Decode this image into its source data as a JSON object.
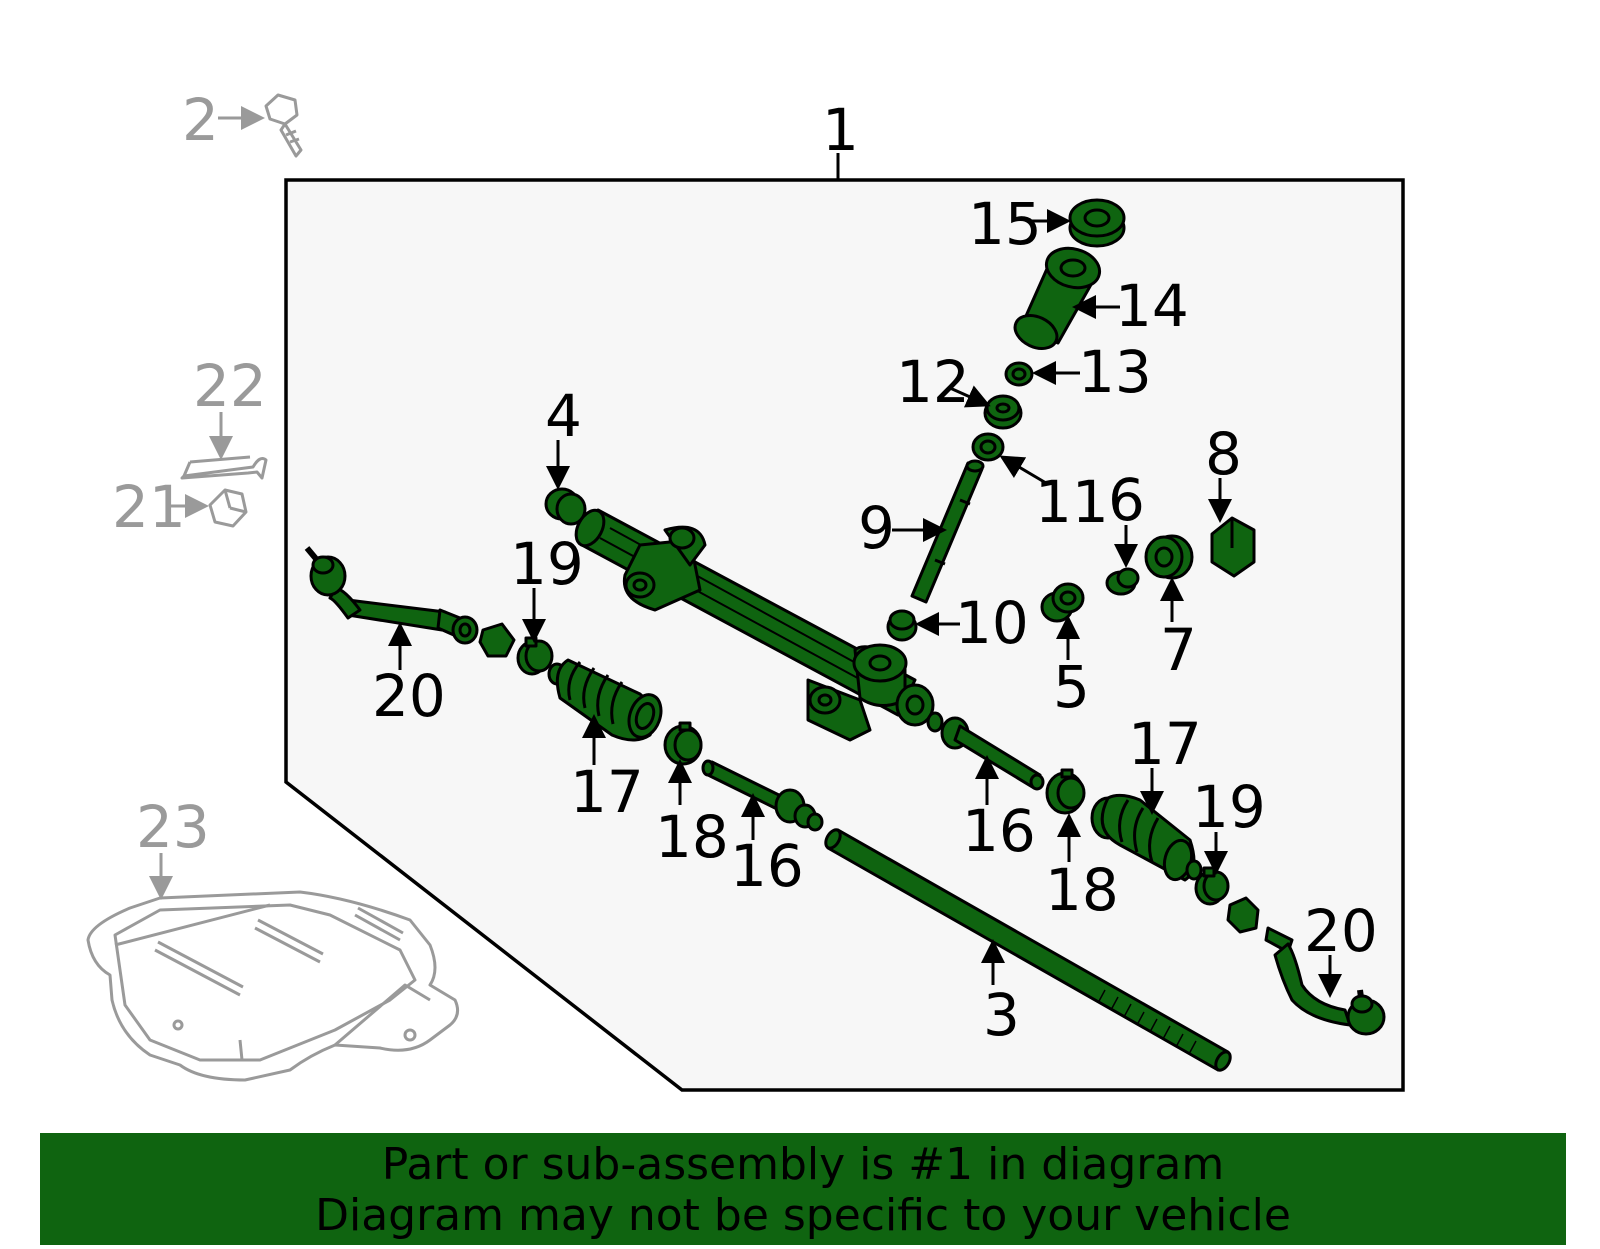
{
  "footer": {
    "line1": "Part or sub-assembly is #1 in diagram",
    "line2": "Diagram may not be specific to your vehicle"
  },
  "colors": {
    "part_fill": "#0f6410",
    "outline": "#000000",
    "panel": "#f7f7f7",
    "footer_bg": "#0f6410",
    "extra_parts": "#9a9a9a"
  },
  "callouts": {
    "c1": "1",
    "c2": "2",
    "c3": "3",
    "c4": "4",
    "c5": "5",
    "c6": "6",
    "c7": "7",
    "c8": "8",
    "c9": "9",
    "c10": "10",
    "c11": "11",
    "c12": "12",
    "c13": "13",
    "c14": "14",
    "c15": "15",
    "c16a": "16",
    "c16b": "16",
    "c17a": "17",
    "c17b": "17",
    "c18a": "18",
    "c18b": "18",
    "c19a": "19",
    "c19b": "19",
    "c20a": "20",
    "c20b": "20",
    "c21": "21",
    "c22": "22",
    "c23": "23"
  }
}
